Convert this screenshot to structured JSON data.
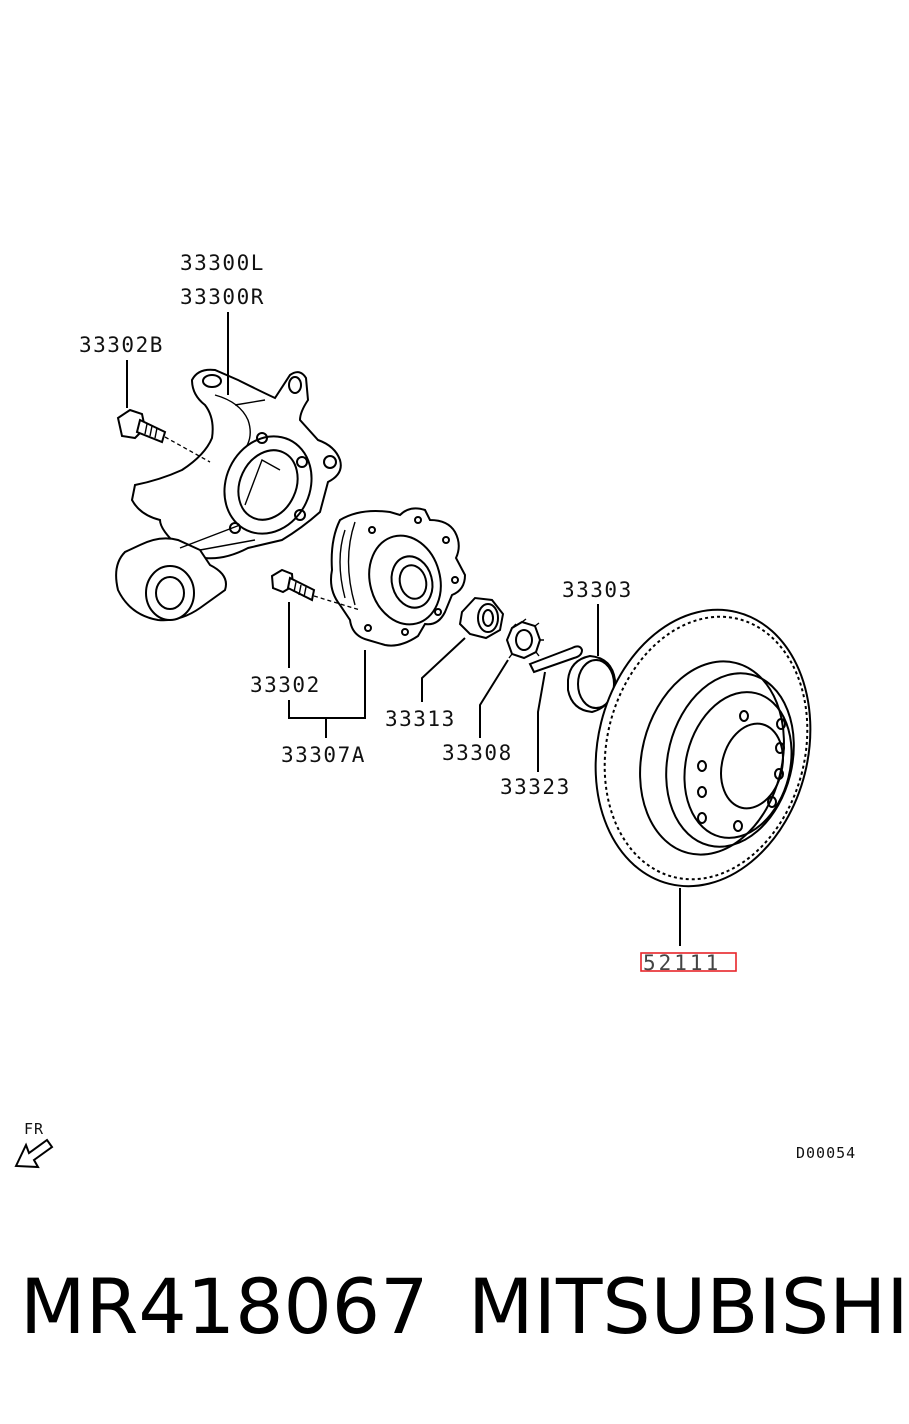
{
  "diagram": {
    "parts": [
      {
        "id": "33300L",
        "label": "33300L"
      },
      {
        "id": "33300R",
        "label": "33300R"
      },
      {
        "id": "33302B",
        "label": "33302B"
      },
      {
        "id": "33303",
        "label": "33303"
      },
      {
        "id": "33302",
        "label": "33302"
      },
      {
        "id": "33313",
        "label": "33313"
      },
      {
        "id": "33307A",
        "label": "33307A"
      },
      {
        "id": "33308",
        "label": "33308"
      },
      {
        "id": "33323",
        "label": "33323"
      },
      {
        "id": "52111",
        "label": "52111",
        "highlighted": true
      }
    ],
    "direction_label": "FR",
    "figure_code": "D00054",
    "highlight_color": "#e8252a"
  },
  "footer": {
    "part_number": "MR418067",
    "brand": "MITSUBISHI"
  }
}
